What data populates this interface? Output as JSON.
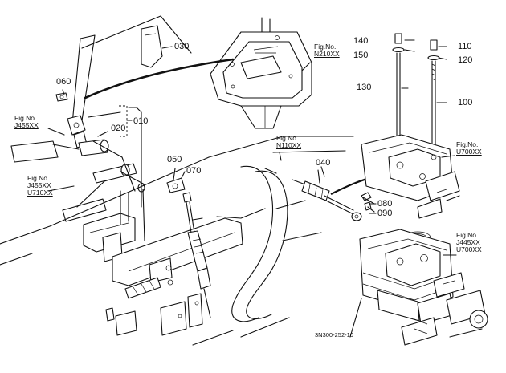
{
  "diagram": {
    "callouts": {
      "p030": "030",
      "p060": "060",
      "p010": "010",
      "p020": "020",
      "p050": "050",
      "p070": "070",
      "p040": "040",
      "p080": "080",
      "p090": "090",
      "p140": "140",
      "p150": "150",
      "p130": "130",
      "p110": "110",
      "p120": "120",
      "p100": "100"
    },
    "figure_refs": [
      {
        "line1": "Fig.No.",
        "line2": "N210XX",
        "line3": ""
      },
      {
        "line1": "Fig.No.",
        "line2": "J455XX",
        "line3": ""
      },
      {
        "line1": "Fig.No.",
        "line2": "J455XX",
        "line3": "U710XX"
      },
      {
        "line1": "Fig.No.",
        "line2": "N110XX",
        "line3": ""
      },
      {
        "line1": "Fig.No.",
        "line2": "U700XX",
        "line3": ""
      },
      {
        "line1": "Fig.No.",
        "line2": "J445XX",
        "line3": "U700XX"
      }
    ],
    "drawing_code": "3N300-252-10"
  }
}
